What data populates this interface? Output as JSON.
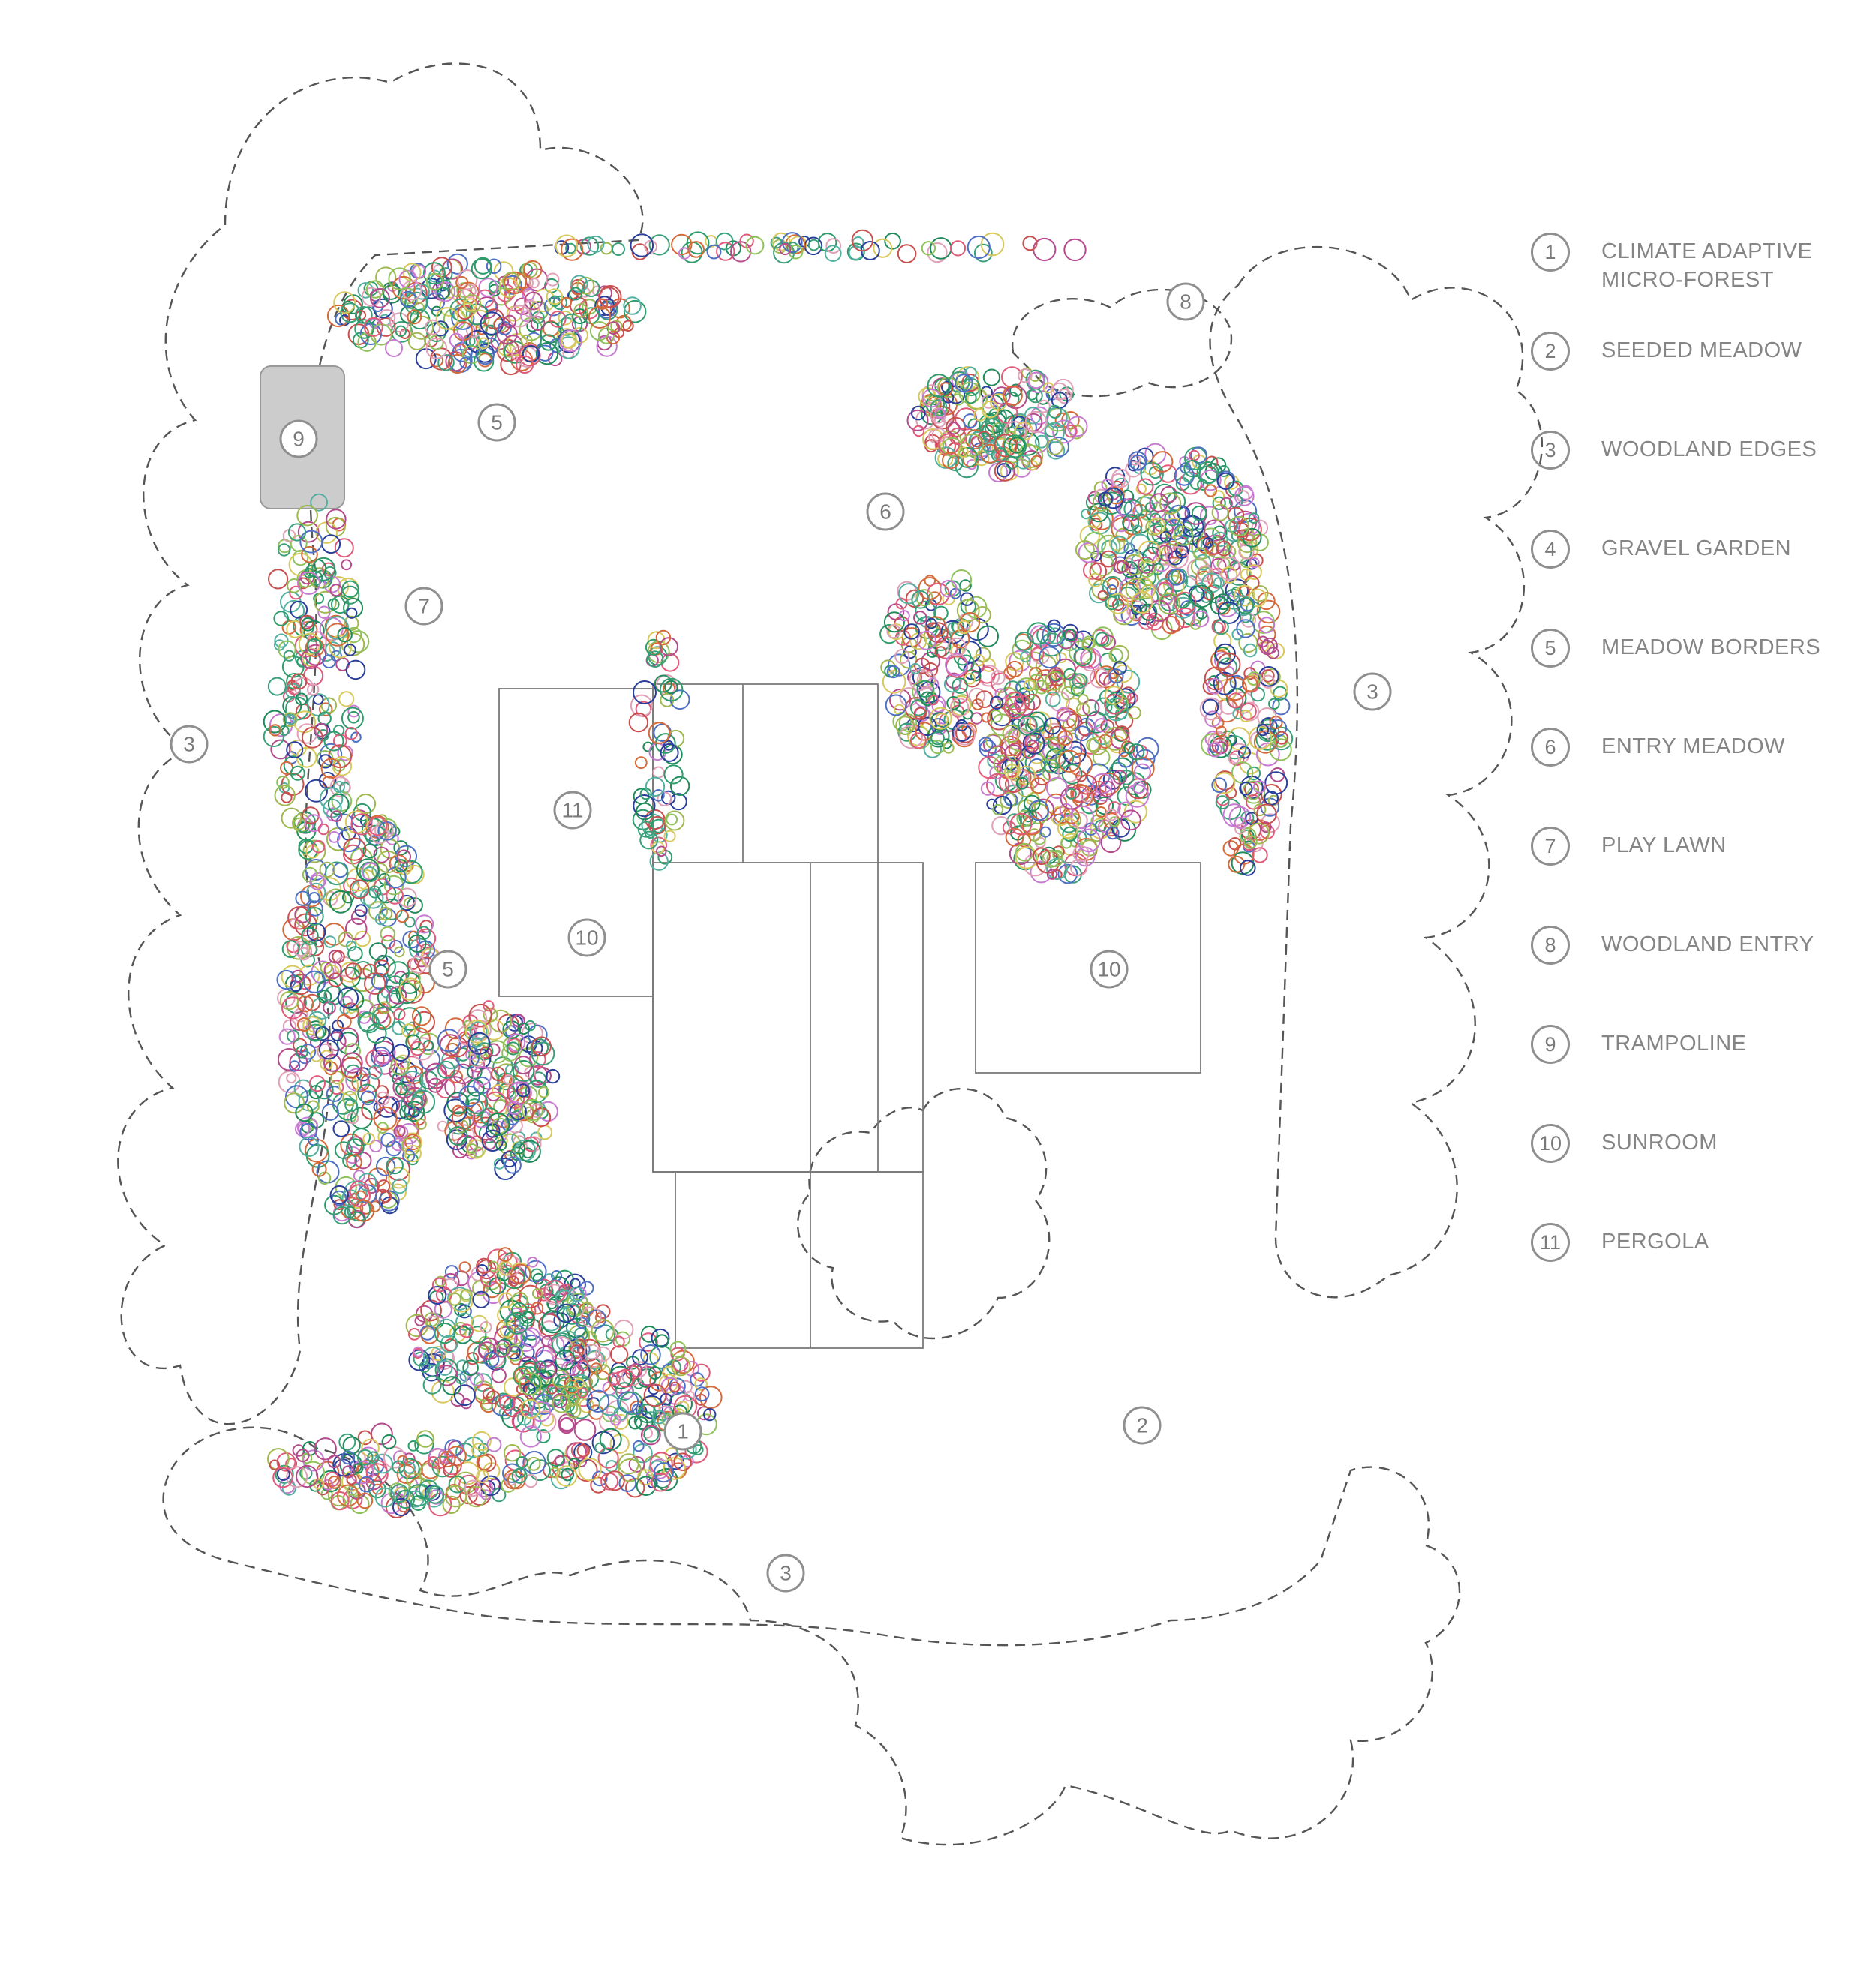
{
  "legend": [
    {
      "num": "1",
      "label": "CLIMATE ADAPTIVE MICRO-FOREST"
    },
    {
      "num": "2",
      "label": "SEEDED MEADOW"
    },
    {
      "num": "3",
      "label": "WOODLAND EDGES"
    },
    {
      "num": "4",
      "label": "GRAVEL GARDEN"
    },
    {
      "num": "5",
      "label": "MEADOW BORDERS"
    },
    {
      "num": "6",
      "label": "ENTRY MEADOW"
    },
    {
      "num": "7",
      "label": "PLAY LAWN"
    },
    {
      "num": "8",
      "label": "WOODLAND ENTRY"
    },
    {
      "num": "9",
      "label": "TRAMPOLINE"
    },
    {
      "num": "10",
      "label": "SUNROOM"
    },
    {
      "num": "11",
      "label": "PERGOLA"
    }
  ],
  "plan_labels": [
    {
      "num": "1",
      "zone": "micro-forest"
    },
    {
      "num": "2",
      "zone": "seeded-meadow"
    },
    {
      "num": "3",
      "zone": "woodland-edge-west"
    },
    {
      "num": "3",
      "zone": "woodland-edge-east"
    },
    {
      "num": "3",
      "zone": "woodland-edge-south"
    },
    {
      "num": "5",
      "zone": "meadow-border-north"
    },
    {
      "num": "5",
      "zone": "meadow-border-west"
    },
    {
      "num": "6",
      "zone": "entry-meadow"
    },
    {
      "num": "7",
      "zone": "play-lawn"
    },
    {
      "num": "8",
      "zone": "woodland-entry"
    },
    {
      "num": "9",
      "zone": "trampoline"
    },
    {
      "num": "10",
      "zone": "sunroom-west"
    },
    {
      "num": "10",
      "zone": "sunroom-east"
    },
    {
      "num": "11",
      "zone": "pergola"
    }
  ],
  "plant_palette": [
    "#2e9c6b",
    "#1f8a5a",
    "#3aa07a",
    "#e05a7a",
    "#c94f4f",
    "#d7c95c",
    "#8fc15a",
    "#4d6fc4",
    "#c77ad1",
    "#e0a0b8",
    "#2a3f9a",
    "#a0b850",
    "#d46a3a",
    "#53b0a0",
    "#b54a8c"
  ],
  "colors": {
    "dashed_edge": "#555555",
    "label_circle": "#8f8f8f",
    "trampoline": "#cccccc"
  }
}
